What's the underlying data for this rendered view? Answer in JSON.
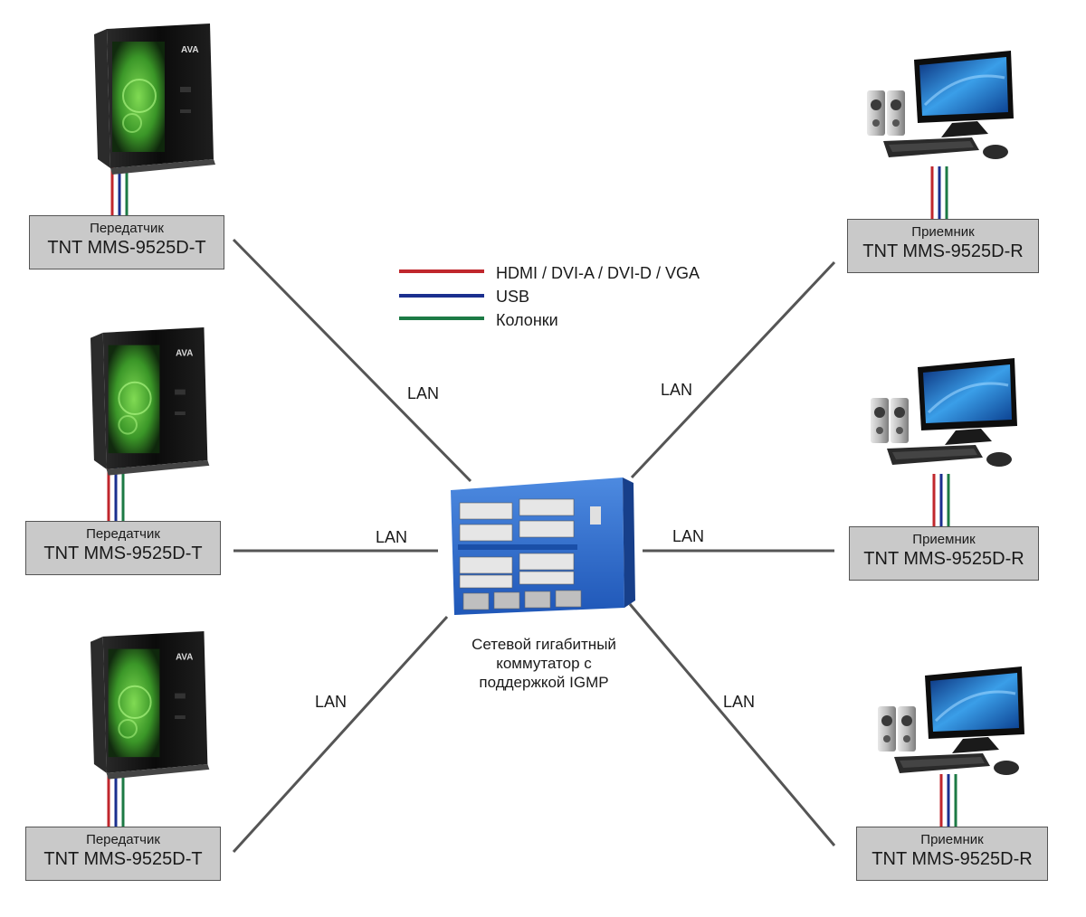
{
  "legend": [
    {
      "label": "HDMI / DVI-A / DVI-D / VGA",
      "color": "#c0272d"
    },
    {
      "label": "USB",
      "color": "#1b2f8f"
    },
    {
      "label": "Колонки",
      "color": "#1c7a45"
    }
  ],
  "transmitters": [
    {
      "role": "Передатчик",
      "model": "TNT MMS-9525D-T"
    },
    {
      "role": "Передатчик",
      "model": "TNT MMS-9525D-T"
    },
    {
      "role": "Передатчик",
      "model": "TNT MMS-9525D-T"
    }
  ],
  "receivers": [
    {
      "role": "Приемник",
      "model": "TNT MMS-9525D-R"
    },
    {
      "role": "Приемник",
      "model": "TNT MMS-9525D-R"
    },
    {
      "role": "Приемник",
      "model": "TNT MMS-9525D-R"
    }
  ],
  "links": [
    {
      "label": "LAN"
    },
    {
      "label": "LAN"
    },
    {
      "label": "LAN"
    },
    {
      "label": "LAN"
    },
    {
      "label": "LAN"
    },
    {
      "label": "LAN"
    }
  ],
  "switch": {
    "label_lines": [
      "Сетевой гигабитный",
      "коммутатор с",
      "поддержкой IGMP"
    ],
    "body_color": "#2f6fd0"
  },
  "colors": {
    "link_line": "#555555",
    "device_box": "#c9c9c9",
    "pc_case": "#111111",
    "pc_glow": "#5cd43a",
    "monitor_screen": "#1f6fc2"
  },
  "icons": {
    "transmitter": "desktop-tower-icon",
    "receiver": "monitor-workstation-icon",
    "switch": "network-switch-icon"
  }
}
